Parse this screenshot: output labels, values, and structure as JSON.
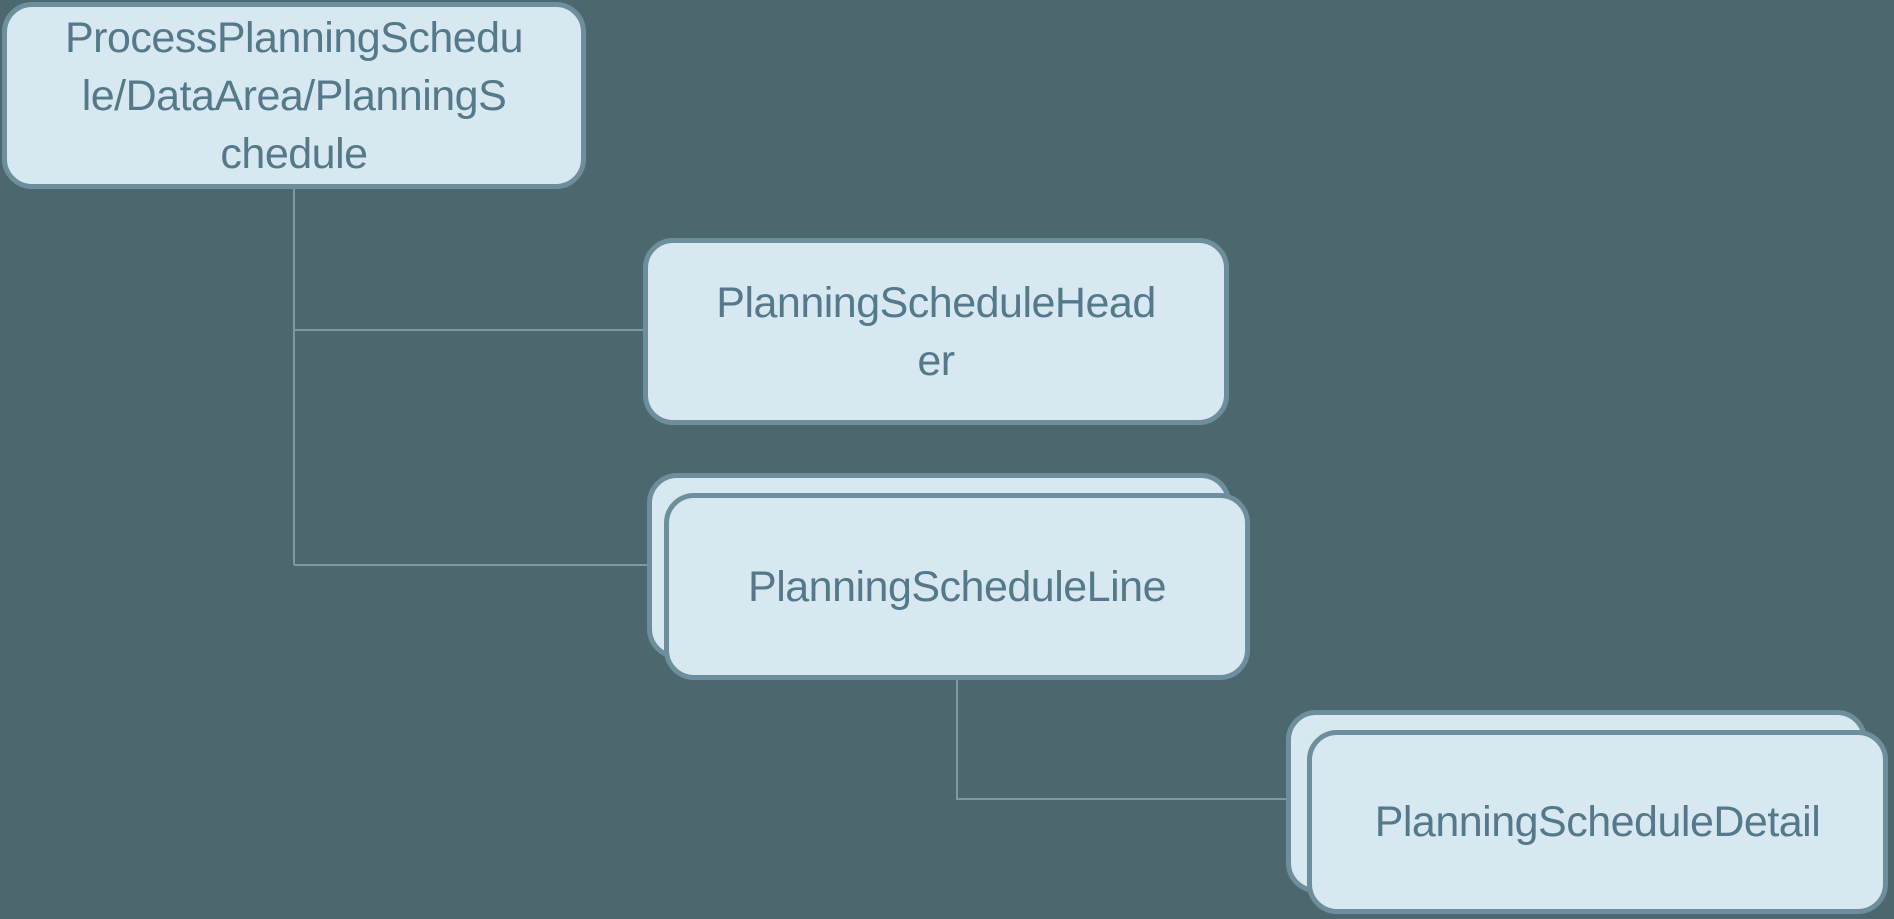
{
  "diagram": {
    "type": "tree",
    "colors": {
      "background": "#4d676e",
      "node_fill": "#d8e8f0",
      "node_border": "#6d8f9d",
      "node_text": "#54798a",
      "connector": "#7d99a4"
    },
    "nodes": [
      {
        "id": "process-planning-schedule",
        "label": "ProcessPlanningSchedule/DataArea/PlanningSchedule",
        "lines": [
          "ProcessPlanningSchedu",
          "le/DataArea/PlanningS",
          "chedule"
        ],
        "parent": null,
        "stacked": false
      },
      {
        "id": "planning-schedule-header",
        "label": "PlanningScheduleHeader",
        "lines": [
          "PlanningScheduleHead",
          "er"
        ],
        "parent": "process-planning-schedule",
        "stacked": false
      },
      {
        "id": "planning-schedule-line",
        "label": "PlanningScheduleLine",
        "lines": [
          "PlanningScheduleLine"
        ],
        "parent": "process-planning-schedule",
        "stacked": true
      },
      {
        "id": "planning-schedule-detail",
        "label": "PlanningScheduleDetail",
        "lines": [
          "PlanningScheduleDetail"
        ],
        "parent": "planning-schedule-line",
        "stacked": true
      }
    ]
  }
}
